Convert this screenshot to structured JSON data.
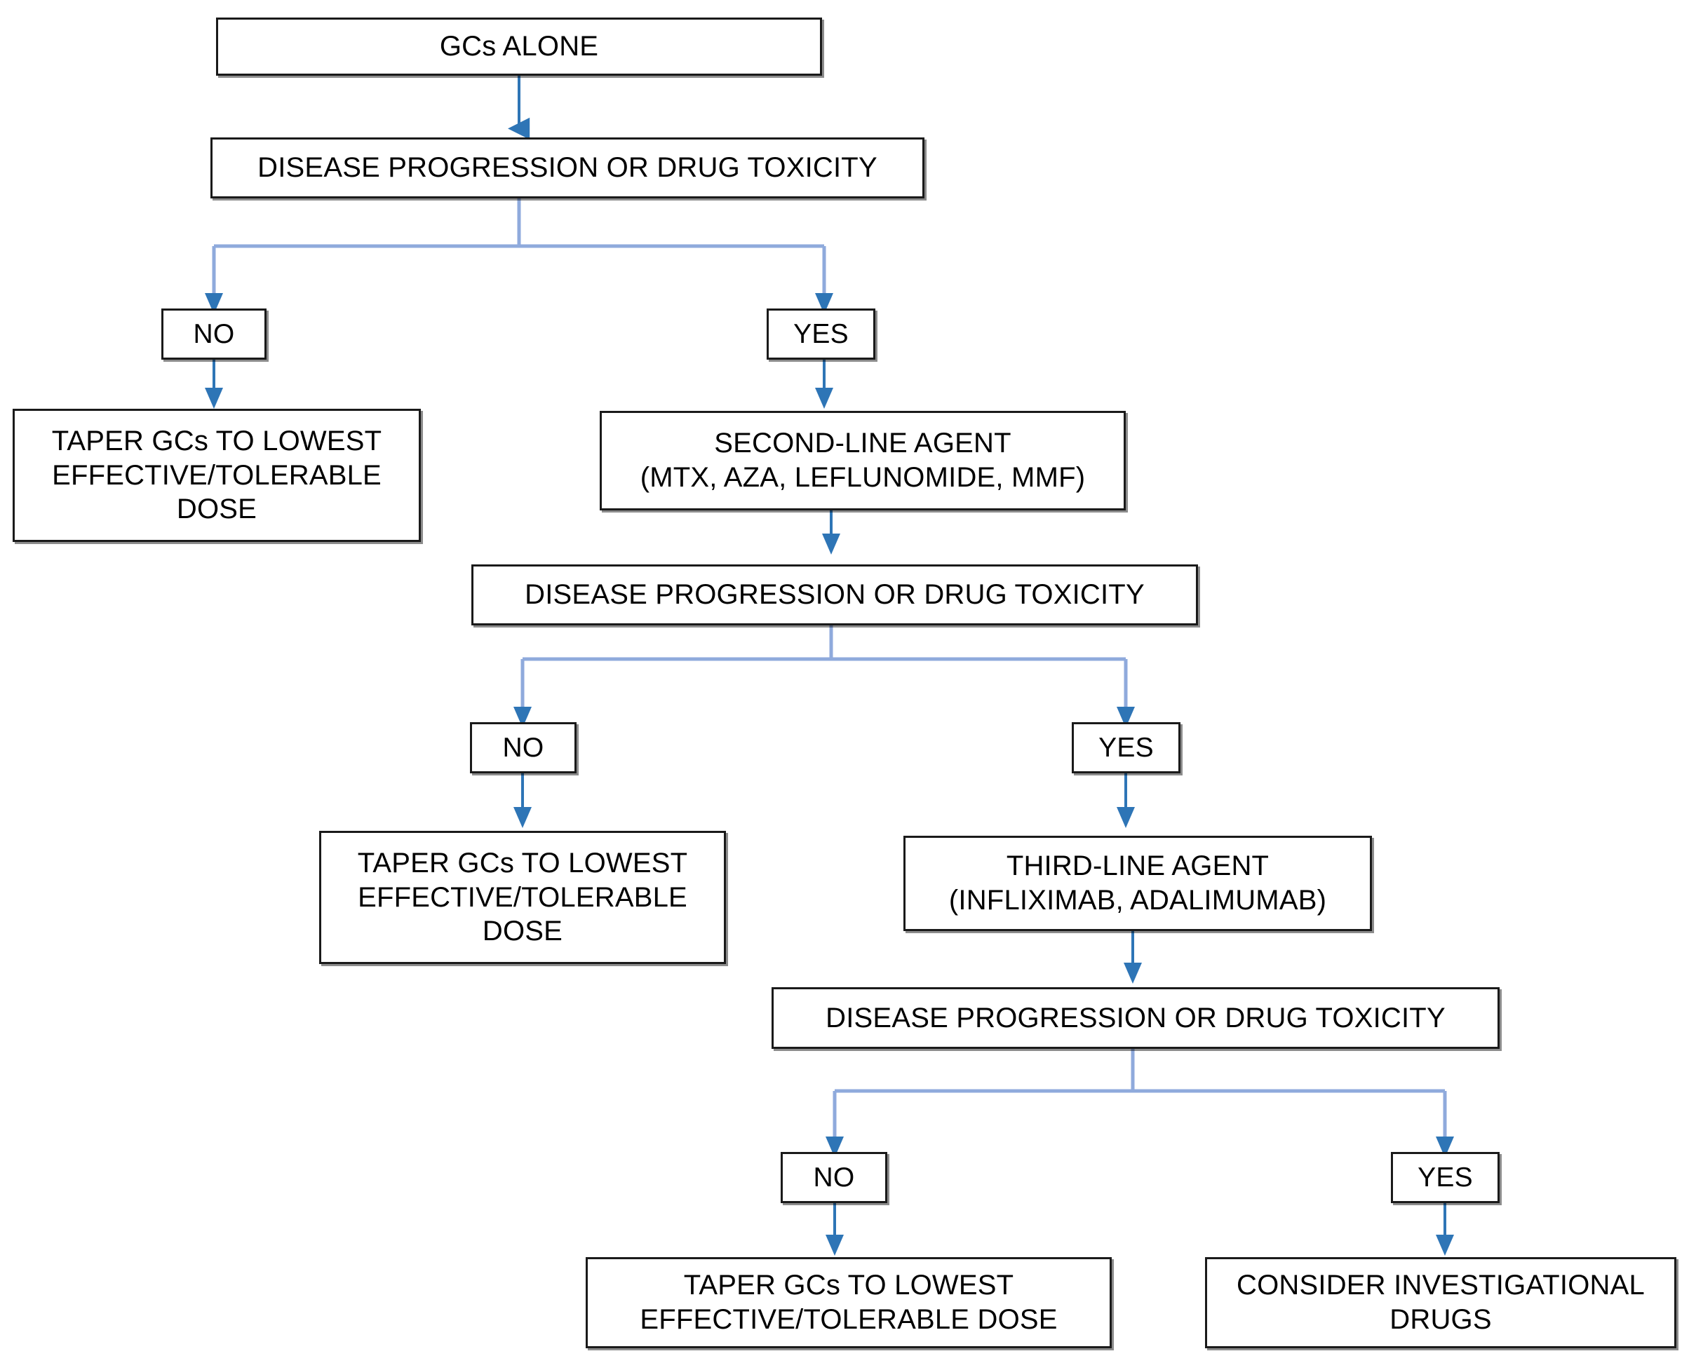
{
  "diagram": {
    "title": "Treatment escalation algorithm",
    "colors": {
      "box_border": "#1a1a1a",
      "box_fill": "#ffffff",
      "arrow_blue": "#2E75B6",
      "connector_blue": "#8FAADC",
      "text": "#000000"
    },
    "nodes": {
      "gcs_alone": "GCs ALONE",
      "progression_1": "DISEASE PROGRESSION OR DRUG TOXICITY",
      "no_1": "NO",
      "yes_1": "YES",
      "taper_1": "TAPER GCs TO LOWEST\nEFFECTIVE/TOLERABLE\nDOSE",
      "second_line": "SECOND-LINE AGENT\n(MTX, AZA, LEFLUNOMIDE, MMF)",
      "progression_2": "DISEASE PROGRESSION OR DRUG TOXICITY",
      "no_2": "NO",
      "yes_2": "YES",
      "taper_2": "TAPER GCs TO LOWEST\nEFFECTIVE/TOLERABLE\nDOSE",
      "third_line": "THIRD-LINE AGENT\n(INFLIXIMAB, ADALIMUMAB)",
      "progression_3": "DISEASE PROGRESSION OR DRUG TOXICITY",
      "no_3": "NO",
      "yes_3": "YES",
      "taper_3": "TAPER GCs TO LOWEST\nEFFECTIVE/TOLERABLE DOSE",
      "investigational": "CONSIDER INVESTIGATIONAL\nDRUGS"
    },
    "edges": [
      {
        "from": "gcs_alone",
        "to": "progression_1",
        "label": ""
      },
      {
        "from": "progression_1",
        "to": "no_1",
        "label": "NO"
      },
      {
        "from": "progression_1",
        "to": "yes_1",
        "label": "YES"
      },
      {
        "from": "no_1",
        "to": "taper_1",
        "label": ""
      },
      {
        "from": "yes_1",
        "to": "second_line",
        "label": ""
      },
      {
        "from": "second_line",
        "to": "progression_2",
        "label": ""
      },
      {
        "from": "progression_2",
        "to": "no_2",
        "label": "NO"
      },
      {
        "from": "progression_2",
        "to": "yes_2",
        "label": "YES"
      },
      {
        "from": "no_2",
        "to": "taper_2",
        "label": ""
      },
      {
        "from": "yes_2",
        "to": "third_line",
        "label": ""
      },
      {
        "from": "third_line",
        "to": "progression_3",
        "label": ""
      },
      {
        "from": "progression_3",
        "to": "no_3",
        "label": "NO"
      },
      {
        "from": "progression_3",
        "to": "yes_3",
        "label": "YES"
      },
      {
        "from": "no_3",
        "to": "taper_3",
        "label": ""
      },
      {
        "from": "yes_3",
        "to": "investigational",
        "label": ""
      }
    ]
  }
}
